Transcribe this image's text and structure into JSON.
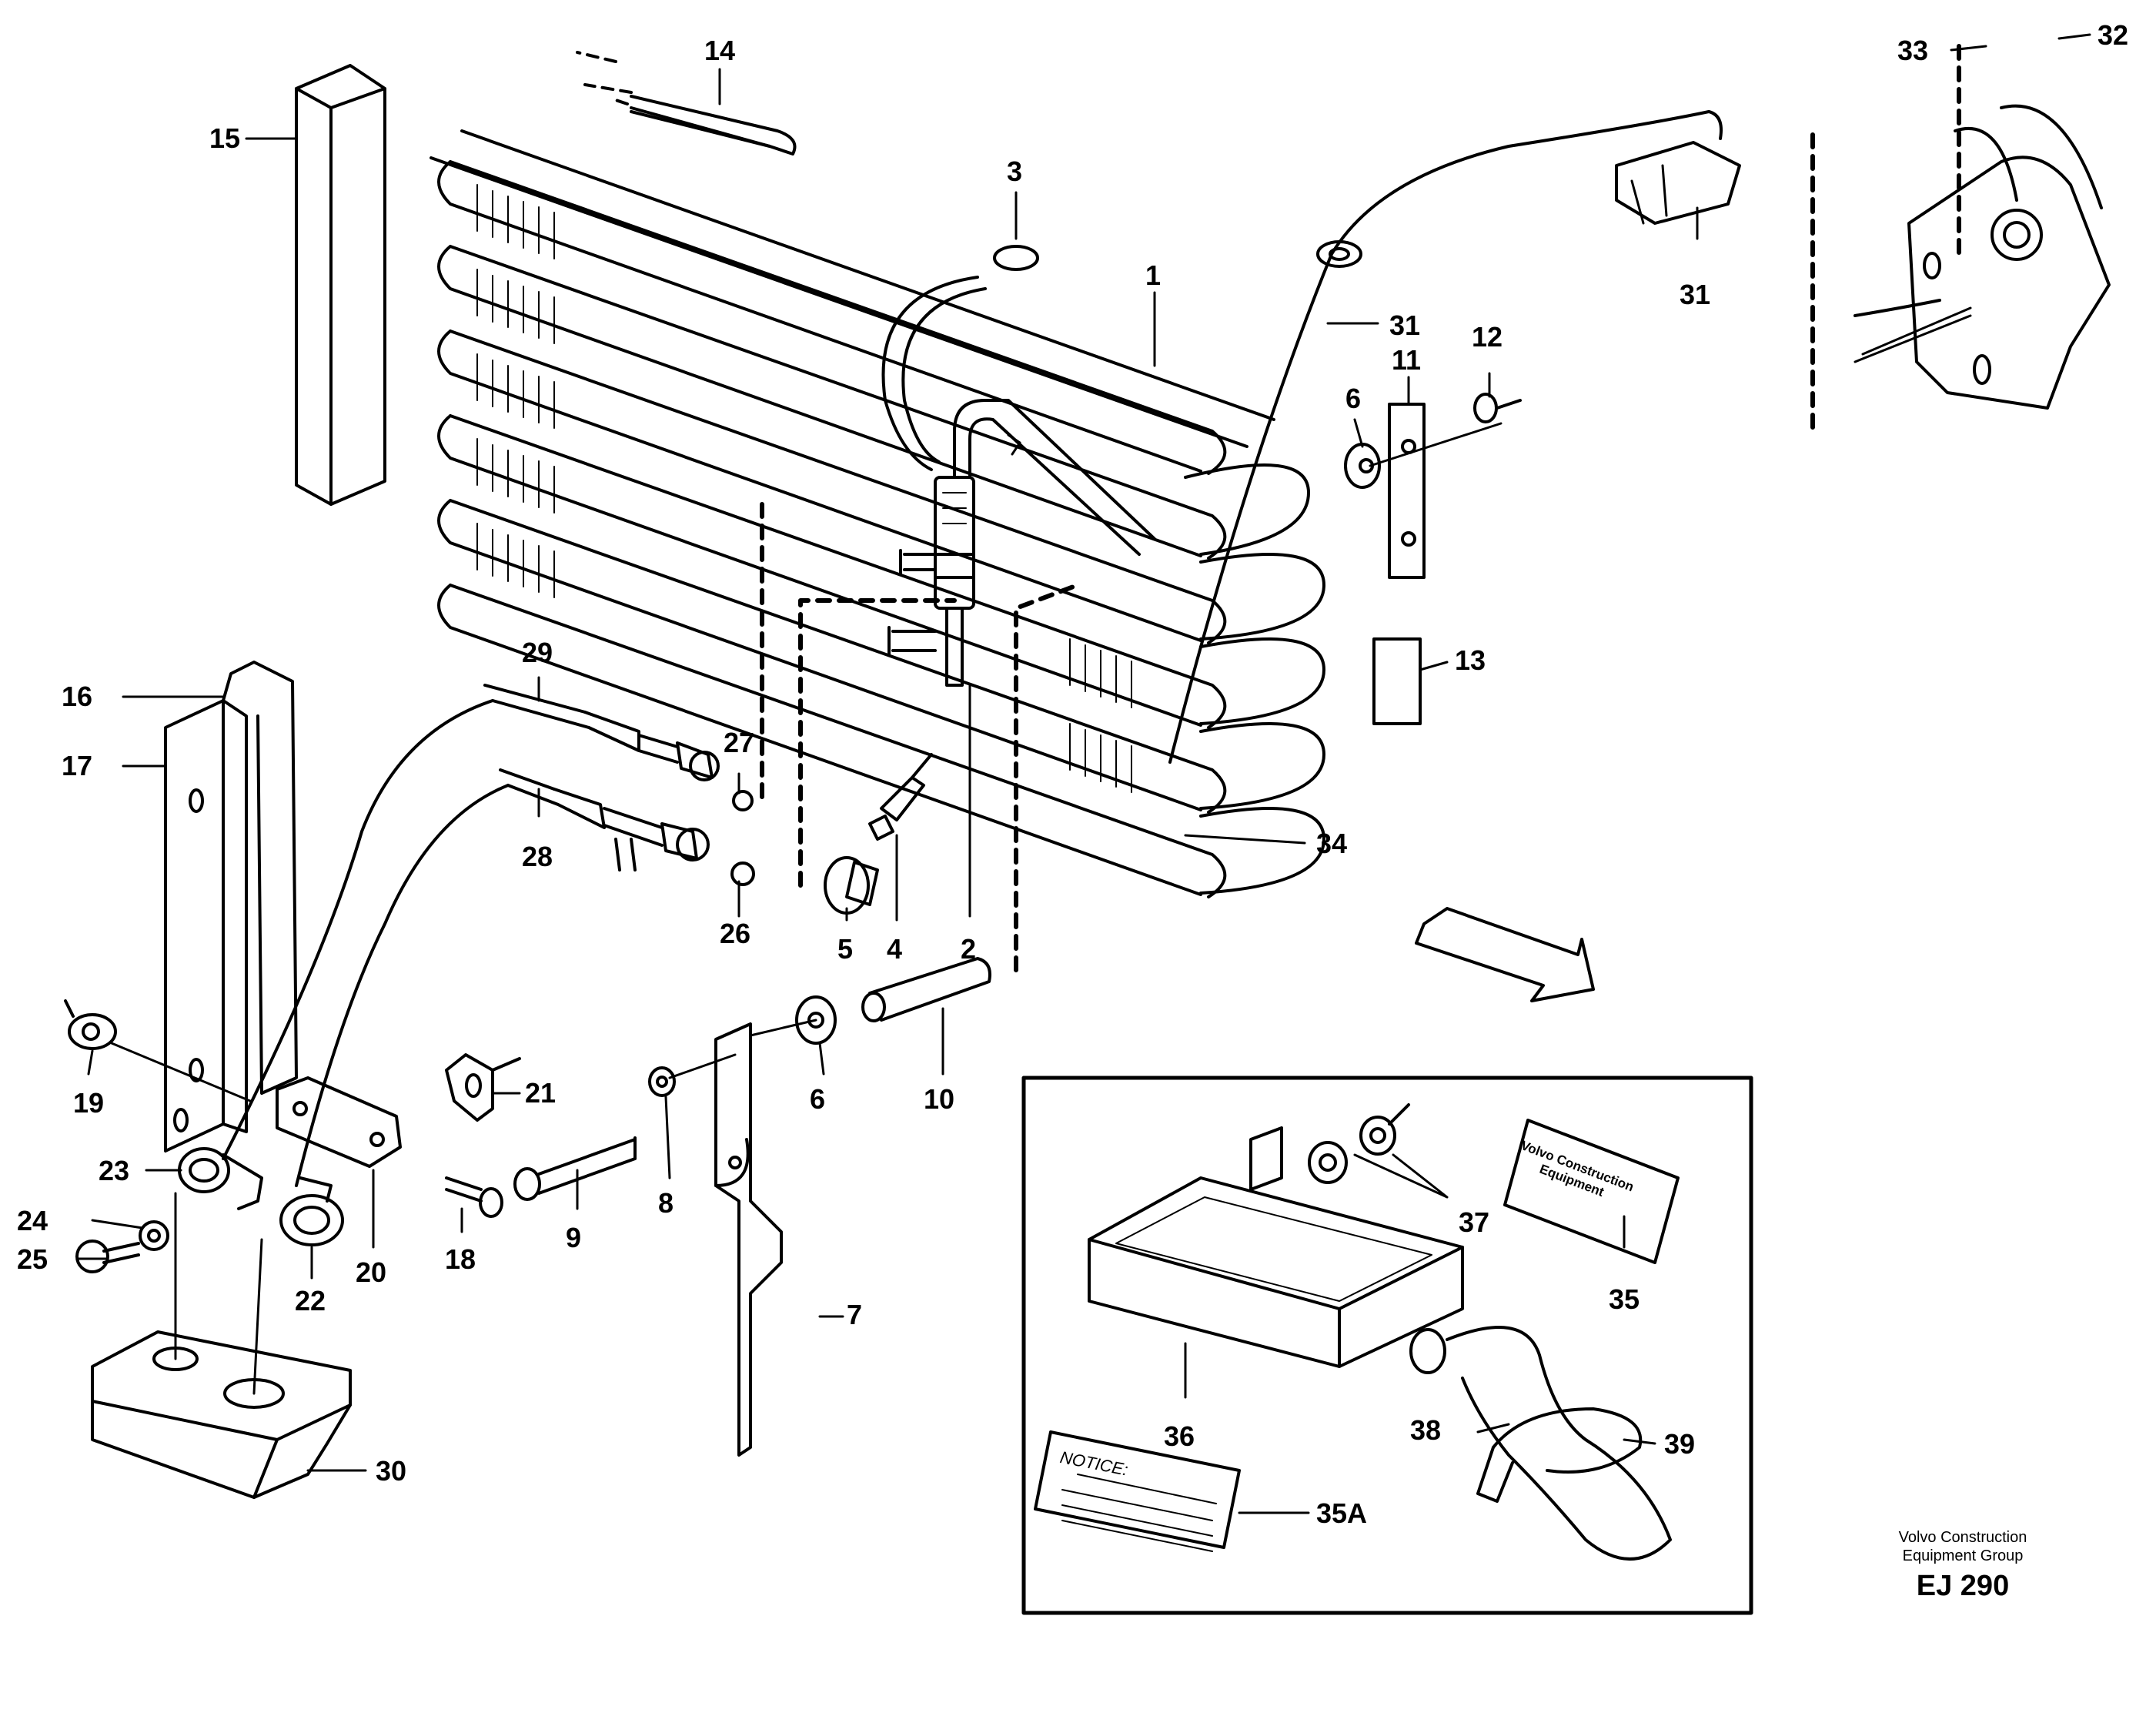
{
  "diagram": {
    "callouts": [
      "1",
      "2",
      "3",
      "4",
      "5",
      "6",
      "6",
      "7",
      "8",
      "9",
      "10",
      "11",
      "12",
      "13",
      "14",
      "15",
      "16",
      "17",
      "18",
      "19",
      "20",
      "21",
      "22",
      "23",
      "24",
      "25",
      "26",
      "27",
      "28",
      "29",
      "30",
      "31",
      "31",
      "32",
      "33",
      "34",
      "35",
      "35A",
      "36",
      "37",
      "38",
      "39"
    ],
    "label_35": {
      "line1": "Volvo Construction",
      "line2": "Equipment"
    },
    "label_35A": {
      "line1": "NOTICE:"
    }
  },
  "credit": {
    "line1": "Volvo Construction",
    "line2": "Equipment Group",
    "code": "EJ 290"
  },
  "colors": {
    "ink": "#000000",
    "paper": "#ffffff"
  }
}
